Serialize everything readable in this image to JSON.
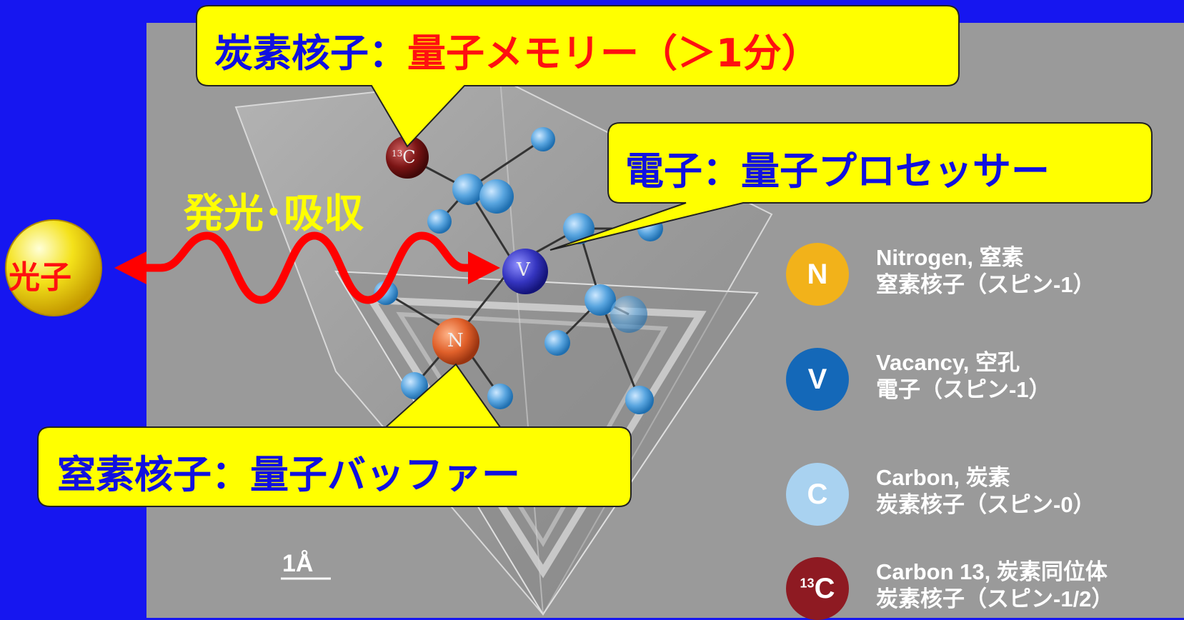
{
  "callouts": {
    "carbon_nucleus": {
      "prefix": "炭素核子：",
      "highlight": "量子メモリー（＞1分）"
    },
    "electron": {
      "text": "電子：量子プロセッサー"
    },
    "nitrogen_nucleus": {
      "text": "窒素核子：量子バッファー"
    }
  },
  "photon_label": "光子",
  "emission_label": "発光･吸収",
  "scale_label": "1Å",
  "atom_labels": {
    "v": "V",
    "n": "N",
    "c13": "C",
    "c13_mass": "13"
  },
  "legend": [
    {
      "symbol": "N",
      "name": "Nitrogen, 窒素",
      "desc": "窒素核子（スピン-1）",
      "color": "#f2b21a"
    },
    {
      "symbol": "V",
      "name": "Vacancy, 空孔",
      "desc": "電子（スピン-1）",
      "color": "#1468b8"
    },
    {
      "symbol": "C",
      "name": "Carbon, 炭素",
      "desc": "炭素核子（スピン-0）",
      "color": "#a9d2f0"
    },
    {
      "symbol": "C",
      "superscript": "13",
      "name": "Carbon 13, 炭素同位体",
      "desc": "炭素核子（スピン-1/2）",
      "color": "#8e1a22"
    }
  ],
  "colors": {
    "background": "#1616f0",
    "callout_fill": "#ffff00",
    "callout_text": "#1010e0",
    "highlight_text": "#ff1010",
    "wave": "#ff0000",
    "photon_sphere": "#f4e21a"
  }
}
